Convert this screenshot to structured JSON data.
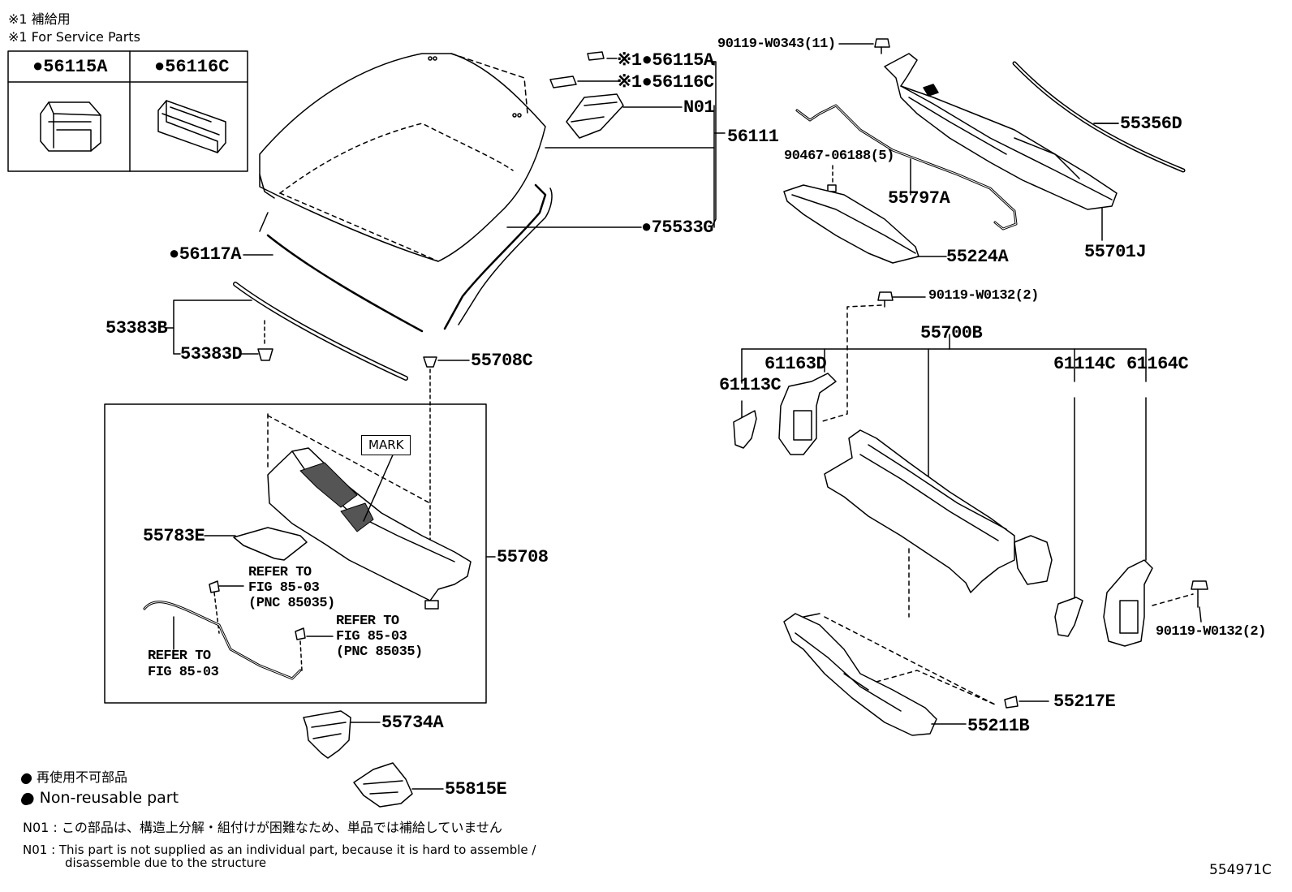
{
  "header": {
    "service_jp": "※1 補給用",
    "service_en": "※1 For Service Parts"
  },
  "service_table": {
    "col1": "●56115A",
    "col2": "●56116C"
  },
  "labels": {
    "l56115A": "※1●56115A",
    "l56116C": "※1●56116C",
    "lN01": "N01",
    "l56111": "56111",
    "l75533G": "●75533G",
    "l56117A": "●56117A",
    "l53383B": "53383B",
    "l53383D": "53383D",
    "l55708C": "55708C",
    "lMark": "MARK",
    "l55783E": "55783E",
    "l55708": "55708",
    "lRefer1a": "REFER TO",
    "lRefer1b": "FIG 85-03",
    "lRefer1c": "(PNC 85035)",
    "lRefer2a": "REFER TO",
    "lRefer2b": "FIG 85-03",
    "lRefer2c": "(PNC 85035)",
    "lRefer3a": "REFER TO",
    "lRefer3b": "FIG 85-03",
    "l55734A": "55734A",
    "l55815E": "55815E",
    "l90119W0343": "90119-W0343(11)",
    "l55356D": "55356D",
    "l9046706188": "90467-06188(5)",
    "l55797A": "55797A",
    "l55224A": "55224A",
    "l55701J": "55701J",
    "l90119W0132a": "90119-W0132(2)",
    "l55700B": "55700B",
    "l61163D": "61163D",
    "l61113C": "61113C",
    "l61114C": "61114C",
    "l61164C": "61164C",
    "l90119W0132b": "90119-W0132(2)",
    "l55217E": "55217E",
    "l55211B": "55211B"
  },
  "legend": {
    "nonreuse_jp": "● 再使用不可部品",
    "nonreuse_en": "● Non-reusable part",
    "n01_jp": "N01 : この部品は、構造上分解・組付けが困難なため、単品では補給していません",
    "n01_en_1": "N01 :  This part is not supplied as an individual part, because it is hard to assemble /",
    "n01_en_2": "disassemble due to the structure"
  },
  "figure_id": "554971C"
}
